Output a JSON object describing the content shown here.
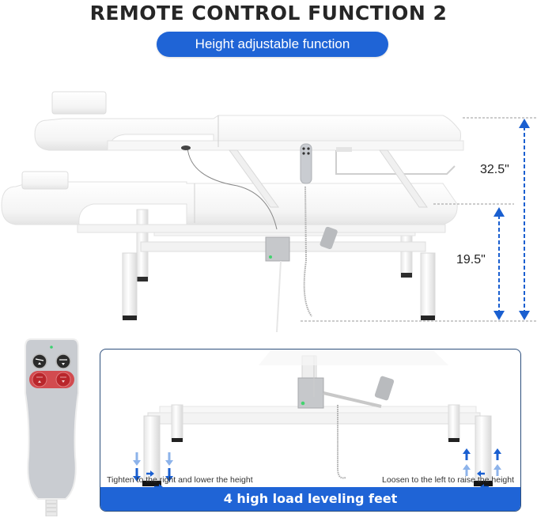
{
  "header": {
    "title": "REMOTE CONTROL FUNCTION 2",
    "subtitle": "Height adjustable function"
  },
  "dimensions": {
    "high_position": "32.5\"",
    "low_position": "19.5\""
  },
  "inset": {
    "left_caption": "Tighten to the right and lower the height",
    "right_caption": "Loosen to the left to raise the height",
    "banner": "4 high load leveling feet"
  },
  "remote": {
    "buttons": [
      {
        "name": "backrest-up",
        "color": "#2b2b2b"
      },
      {
        "name": "backrest-down",
        "color": "#2b2b2b"
      },
      {
        "name": "height-up",
        "color": "#c0262b"
      },
      {
        "name": "height-down",
        "color": "#c0262b"
      }
    ],
    "indicator_color": "#3bd16f"
  },
  "colors": {
    "accent_blue": "#1f64d6",
    "arrow_blue": "#1a5fd0",
    "arrow_light_blue": "#8db3ea",
    "inset_border": "#2d4f7c",
    "remote_body": "#c9ccd1"
  }
}
